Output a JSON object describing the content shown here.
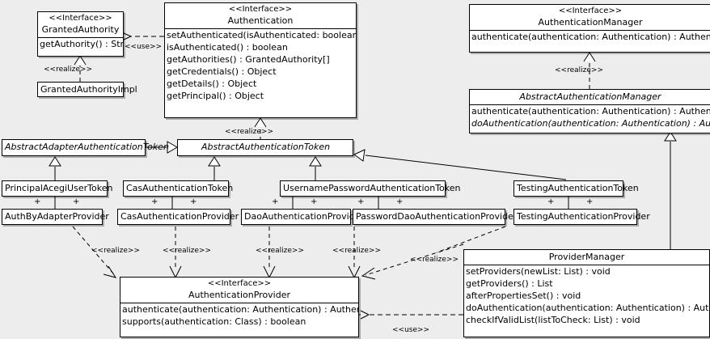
{
  "diagram": {
    "kind": "uml-class-diagram",
    "background_color": "#ededed",
    "box_fill": "#ffffff",
    "line_color": "#000000"
  },
  "classes": {
    "granted_authority": {
      "stereotype": "<<Interface>>",
      "name": "GrantedAuthority",
      "operations": [
        "getAuthority() : String"
      ]
    },
    "granted_authority_impl": {
      "name": "GrantedAuthorityImpl"
    },
    "authentication": {
      "stereotype": "<<Interface>>",
      "name": "Authentication",
      "operations": [
        "setAuthenticated(isAuthenticated: boolean) : void",
        "isAuthenticated() : boolean",
        "getAuthorities() : GrantedAuthority[]",
        "getCredentials() : Object",
        "getDetails() : Object",
        "getPrincipal() : Object"
      ]
    },
    "authentication_manager": {
      "stereotype": "<<Interface>>",
      "name": "AuthenticationManager",
      "operations": [
        "authenticate(authentication: Authentication) : Authentication"
      ]
    },
    "abstract_authentication_manager": {
      "name": "AbstractAuthenticationManager",
      "operations": [
        "authenticate(authentication: Authentication) : Authentication",
        "doAuthentication(authentication: Authentication) : Authentication"
      ]
    },
    "abstract_adapter_authentication_token": {
      "name": "AbstractAdapterAuthenticationToken"
    },
    "abstract_authentication_token": {
      "name": "AbstractAuthenticationToken"
    },
    "principal_acegi_user_token": {
      "name": "PrincipalAcegiUserToken"
    },
    "cas_authentication_token": {
      "name": "CasAuthenticationToken"
    },
    "username_password_authentication_token": {
      "name": "UsernamePasswordAuthenticationToken"
    },
    "testing_authentication_token": {
      "name": "TestingAuthenticationToken"
    },
    "auth_by_adapter_provider": {
      "name": "AuthByAdapterProvider"
    },
    "cas_authentication_provider": {
      "name": "CasAuthenticationProvider"
    },
    "dao_authentication_provider": {
      "name": "DaoAuthenticationProvider"
    },
    "password_dao_authentication_provider": {
      "name": "PasswordDaoAuthenticationProvider"
    },
    "testing_authentication_provider": {
      "name": "TestingAuthenticationProvider"
    },
    "authentication_provider": {
      "stereotype": "<<Interface>>",
      "name": "AuthenticationProvider",
      "operations": [
        "authenticate(authentication: Authentication) : Authentication",
        "supports(authentication: Class) : boolean"
      ]
    },
    "provider_manager": {
      "name": "ProviderManager",
      "operations": [
        "setProviders(newList: List) : void",
        "getProviders() : List",
        "afterPropertiesSet() : void",
        "doAuthentication(authentication: Authentication) : Authentication",
        "checkIfValidList(listToCheck: List) : void"
      ]
    }
  },
  "edge_labels": {
    "use_authentication_granted_authority": "<<use>>",
    "realize_granted_authority_impl": "<<realize>>",
    "realize_abstract_authentication_token": "<<realize>>",
    "realize_abstract_authentication_manager": "<<realize>>",
    "realize_auth_by_adapter_provider": "<<realize>>",
    "realize_cas_authentication_provider": "<<realize>>",
    "realize_dao_authentication_provider": "<<realize>>",
    "realize_password_dao_authentication_provider": "<<realize>>",
    "realize_provider_manager": "<<realize>>",
    "use_provider_manager": "<<use>>"
  },
  "association_markers": {
    "plus": "+"
  }
}
